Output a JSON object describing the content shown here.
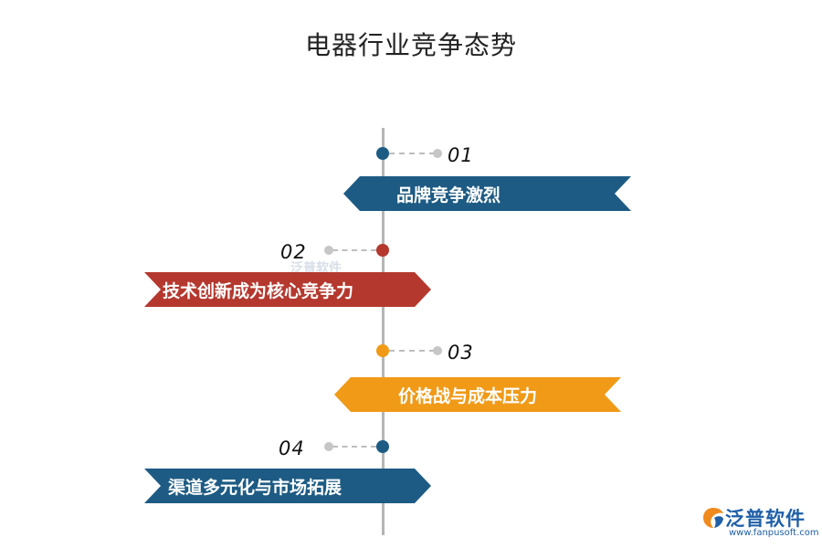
{
  "title": "电器行业竞争态势",
  "items": [
    {
      "number": "01",
      "label": "品牌竞争激烈",
      "color": "#1d5b84",
      "side": "right"
    },
    {
      "number": "02",
      "label": "技术创新成为核心竞争力",
      "color": "#b5382e",
      "side": "left"
    },
    {
      "number": "03",
      "label": "价格战与成本压力",
      "color": "#f09a17",
      "side": "right"
    },
    {
      "number": "04",
      "label": "渠道多元化与市场拓展",
      "color": "#1d5b84",
      "side": "left"
    }
  ],
  "watermark": {
    "text": "泛普软件"
  },
  "logo": {
    "name": "泛普软件",
    "url": "www.fanpusoft.com",
    "icon": "fanpu-logo-icon"
  }
}
